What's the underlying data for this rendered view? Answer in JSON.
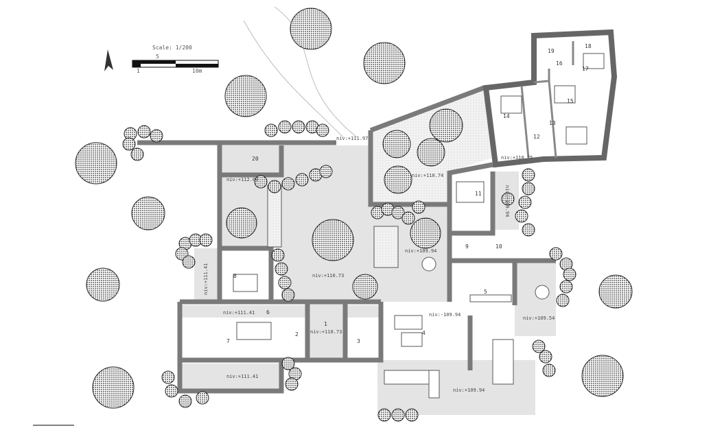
{
  "scale": {
    "title": "Scale: 1/200",
    "tick_5": "5",
    "tick_1": "1",
    "tick_10": "10m"
  },
  "north_arrow": "north-arrow-icon",
  "rooms": [
    "1",
    "2",
    "3",
    "4",
    "5",
    "6",
    "7",
    "8",
    "9",
    "10",
    "11",
    "12",
    "13",
    "14",
    "15",
    "16",
    "17",
    "18",
    "19",
    "20"
  ],
  "levels": {
    "entry_path": "niv:+111.97",
    "tree_terrace": "niv:+110.74",
    "upper_wing": "niv:+110.75",
    "side_court_right": "niv:+109.94",
    "upper_left": "niv:+112.09",
    "left_yard": "niv:+111.41",
    "garden_east": "niv:+109.94",
    "courtyard": "niv:+110.73",
    "corridor_left": "niv:+111.41",
    "entrance": "niv:+110.73",
    "living": "niv:-109.94",
    "east_terrace": "niv:+109.54",
    "south_yard_left": "niv:+111.41",
    "south_terrace": "niv:+109.94"
  },
  "colors": {
    "wall": "#7a7a7a",
    "floor": "#e4e4e4",
    "tree": "#3a3a3a"
  }
}
